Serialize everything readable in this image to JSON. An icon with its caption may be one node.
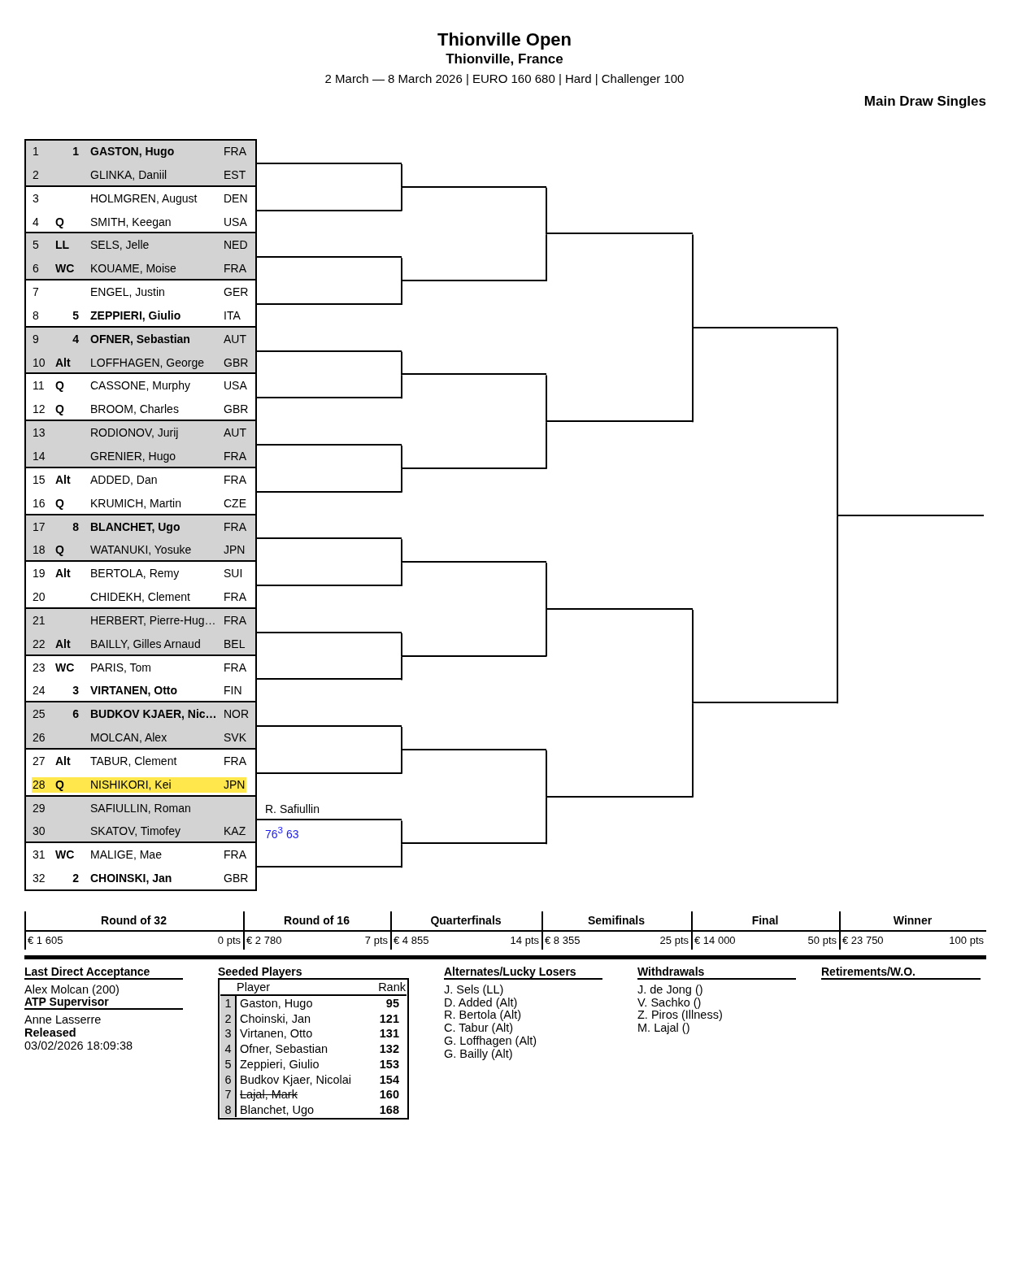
{
  "diagram": {
    "title": "Thionville Open",
    "nodes": [
      {
        "text": [
          "1",
          "1",
          "GASTON, Hugo",
          "FRA"
        ]
      },
      {
        "text": [
          "2",
          "GLINKA, Daniil",
          "EST"
        ]
      },
      {
        "text": [
          "3",
          "HOLMGREN, August",
          "DEN"
        ]
      },
      {
        "text": [
          "4",
          "Q",
          "SMITH, Keegan",
          "USA"
        ]
      },
      {
        "text": [
          "5",
          "LL",
          "SELS, Jelle",
          "NED"
        ]
      },
      {
        "text": [
          "6",
          "WC",
          "KOUAME, Moise",
          "FRA"
        ]
      },
      {
        "text": [
          "7",
          "ENGEL, Justin",
          "GER"
        ]
      },
      {
        "text": [
          "8",
          "5",
          "ZEPPIERI, Giulio",
          "ITA"
        ]
      },
      {
        "text": [
          "9",
          "4",
          "OFNER, Sebastian",
          "AUT"
        ]
      },
      {
        "text": [
          "10",
          "Alt",
          "LOFFHAGEN, George",
          "GBR"
        ]
      },
      {
        "text": [
          "11",
          "Q",
          "CASSONE, Murphy",
          "USA"
        ]
      },
      {
        "text": [
          "12",
          "Q",
          "BROOM, Charles",
          "GBR"
        ]
      },
      {
        "text": [
          "13",
          "RODIONOV, Jurij",
          "AUT"
        ]
      },
      {
        "text": [
          "14",
          "GRENIER, Hugo",
          "FRA"
        ]
      },
      {
        "text": [
          "15",
          "Alt",
          "ADDED, Dan",
          "FRA"
        ]
      },
      {
        "text": [
          "16",
          "Q",
          "KRUMICH, Martin",
          "CZE"
        ]
      },
      {
        "text": [
          "17",
          "8",
          "BLANCHET, Ugo",
          "FRA"
        ]
      },
      {
        "text": [
          "18",
          "Q",
          "WATANUKI, Yosuke",
          "JPN"
        ]
      },
      {
        "text": [
          "19",
          "Alt",
          "BERTOLA, Remy",
          "SUI"
        ]
      },
      {
        "text": [
          "20",
          "CHIDEKH, Clement",
          "FRA"
        ]
      },
      {
        "text": [
          "21",
          "HERBERT, Pierre-Hug…",
          "FRA"
        ]
      },
      {
        "text": [
          "22",
          "Alt",
          "BAILLY, Gilles Arnaud",
          "BEL"
        ]
      },
      {
        "text": [
          "23",
          "WC",
          "PARIS, Tom",
          "FRA"
        ]
      },
      {
        "text": [
          "24",
          "3",
          "VIRTANEN, Otto",
          "FIN"
        ]
      },
      {
        "text": [
          "25",
          "6",
          "BUDKOV KJAER, Nic…",
          "NOR"
        ]
      },
      {
        "text": [
          "26",
          "MOLCAN, Alex",
          "SVK"
        ]
      },
      {
        "text": [
          "27",
          "Alt",
          "TABUR, Clement",
          "FRA"
        ]
      },
      {
        "text": [
          "28",
          "Q",
          "NISHIKORI, Kei",
          "JPN"
        ]
      },
      {
        "text": [
          "29",
          "SAFIULLIN, Roman"
        ]
      },
      {
        "text": [
          "30",
          "SKATOV, Timofey",
          "KAZ"
        ]
      },
      {
        "text": [
          "31",
          "WC",
          "MALIGE, Mae",
          "FRA"
        ]
      },
      {
        "text": [
          "32",
          "2",
          "CHOINSKI, Jan",
          "GBR"
        ]
      },
      {
        "text": [],
        "shape": "line"
      },
      {
        "text": [],
        "shape": "line"
      },
      {
        "text": [],
        "shape": "line"
      },
      {
        "text": [],
        "shape": "line"
      },
      {
        "text": [],
        "shape": "line"
      },
      {
        "text": [],
        "shape": "line"
      },
      {
        "text": [],
        "shape": "line"
      },
      {
        "text": [],
        "shape": "line"
      },
      {
        "text": [],
        "shape": "line"
      },
      {
        "text": [],
        "shape": "line"
      },
      {
        "text": [],
        "shape": "line"
      },
      {
        "text": [],
        "shape": "line"
      },
      {
        "text": [],
        "shape": "line"
      },
      {
        "text": [],
        "shape": "line"
      },
      {
        "text": [
          "R. Safiullin",
          "76$^{3}$ 63"
        ]
      },
      {
        "text": [],
        "shape": "line"
      },
      {
        "text": [],
        "shape": "line"
      },
      {
        "text": [],
        "shape": "line"
      },
      {
        "text": [],
        "shape": "line"
      },
      {
        "text": [],
        "shape": "line"
      },
      {
        "text": [],
        "shape": "line"
      },
      {
        "text": [],
        "shape": "line"
      },
      {
        "text": [],
        "shape": "line"
      },
      {
        "text": [],
        "shape": "line"
      },
      {
        "text": [],
        "shape": "line"
      },
      {
        "text": [],
        "shape": "line"
      },
      {
        "text": [],
        "shape": "line"
      },
      {
        "text": [],
        "shape": "line"
      },
      {
        "text": [],
        "shape": "line"
      },
      {
        "text": [],
        "shape": "line"
      },
      {
        "text": [],
        "shape": "line"
      }
    ],
    "edges": [
      {
        "from": 32,
        "to": 48,
        "arrow": "none"
      },
      {
        "from": 33,
        "to": 48,
        "arrow": "none"
      },
      {
        "from": 34,
        "to": 49,
        "arrow": "none"
      },
      {
        "from": 35,
        "to": 49,
        "arrow": "none"
      },
      {
        "from": 36,
        "to": 50,
        "arrow": "none"
      },
      {
        "from": 37,
        "to": 50,
        "arrow": "none"
      },
      {
        "from": 38,
        "to": 51,
        "arrow": "none"
      },
      {
        "from": 39,
        "to": 51,
        "arrow": "none"
      },
      {
        "from": 40,
        "to": 52,
        "arrow": "none"
      },
      {
        "from": 41,
        "to": 52,
        "arrow": "none"
      },
      {
        "from": 42,
        "to": 53,
        "arrow": "none"
      },
      {
        "from": 43,
        "to": 53,
        "arrow": "none"
      },
      {
        "from": 44,
        "to": 54,
        "arrow": "none"
      },
      {
        "from": 45,
        "to": 54,
        "arrow": "none"
      },
      {
        "from": 46,
        "to": 55,
        "arrow": "none"
      },
      {
        "from": 47,
        "to": 55,
        "arrow": "none"
      },
      {
        "from": 48,
        "to": 56,
        "arrow": "none"
      },
      {
        "from": 49,
        "to": 56,
        "arrow": "none"
      },
      {
        "from": 50,
        "to": 57,
        "arrow": "none"
      },
      {
        "from": 51,
        "to": 57,
        "arrow": "none"
      },
      {
        "from": 52,
        "to": 58,
        "arrow": "none"
      },
      {
        "from": 53,
        "to": 58,
        "arrow": "none"
      },
      {
        "from": 54,
        "to": 59,
        "arrow": "none"
      },
      {
        "from": 55,
        "to": 59,
        "arrow": "none"
      },
      {
        "from": 56,
        "to": 60,
        "arrow": "none"
      },
      {
        "from": 57,
        "to": 60,
        "arrow": "none"
      },
      {
        "from": 58,
        "to": 61,
        "arrow": "none"
      },
      {
        "from": 59,
        "to": 61,
        "arrow": "none"
      },
      {
        "from": 60,
        "to": 62,
        "arrow": "none"
      },
      {
        "from": 61,
        "to": 62,
        "arrow": "none"
      }
    ],
    "labels": [
      "Thionville, France",
      "2 March — 8 March 2026 | EURO 160 680 | Hard | Challenger 100",
      "Main Draw Singles",
      "Round of 32",
      "Round of 16",
      "Quarterfinals",
      "Semifinals",
      "Final",
      "Winner",
      "€ 1 605",
      "0 pts",
      "€ 2 780",
      "7 pts",
      "€ 4 855",
      "14 pts",
      "€ 8 355",
      "25 pts",
      "€ 14 000",
      "50 pts",
      "€ 23 750",
      "100 pts",
      "Last Direct Acceptance",
      "Alex Molcan (200)",
      "ATP Supervisor",
      "Anne Lasserre",
      "Released",
      "03/02/2026 18:09:38",
      "Seeded Players",
      "Player",
      "Rank",
      "1",
      "Gaston, Hugo",
      "95",
      "2",
      "Choinski, Jan",
      "121",
      "3",
      "Virtanen, Otto",
      "131",
      "4",
      "Ofner, Sebastian",
      "132",
      "5",
      "Zeppieri, Giulio",
      "153",
      "6",
      "Budkov Kjaer, Nicolai",
      "154",
      "7",
      "Lajal, Mark",
      "160",
      "8",
      "Blanchet, Ugo",
      "168",
      "Alternates/Lucky Losers",
      "J. Sels (LL)",
      "D. Added (Alt)",
      "R. Bertola (Alt)",
      "C. Tabur (Alt)",
      "G. Loffhagen (Alt)",
      "G. Bailly (Alt)",
      "Withdrawals",
      "J. de Jong ()",
      "V. Sachko ()",
      "Z. Piros (Illness)",
      "M. Lajal ()",
      "Retirements/W.O."
    ]
  }
}
